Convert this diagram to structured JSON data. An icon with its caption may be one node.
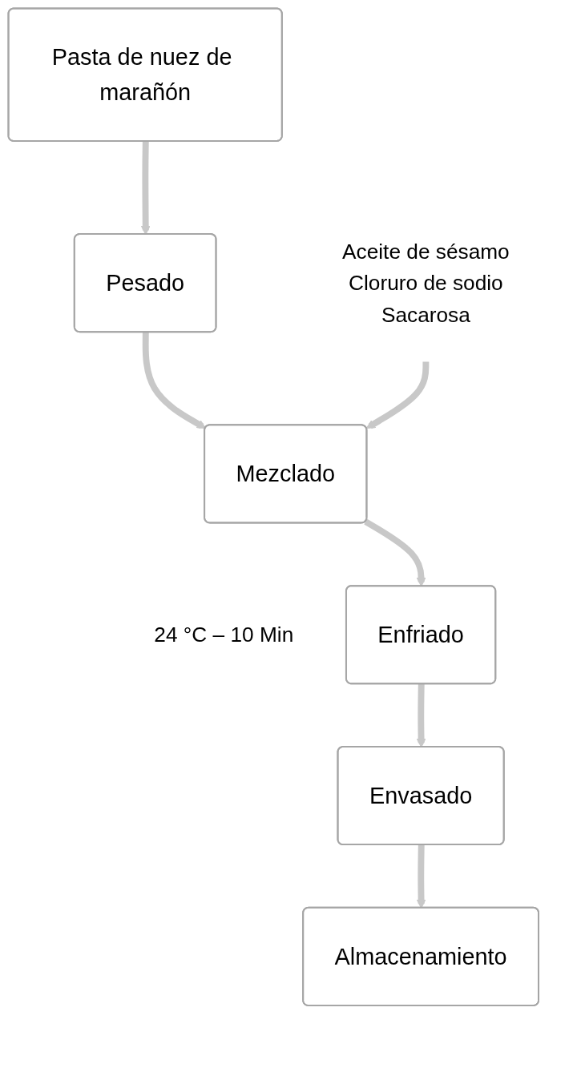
{
  "diagram": {
    "nodes": [
      {
        "text": [
          "Pasta de nuez de marañón"
        ]
      },
      {
        "text": [
          "Pesado"
        ]
      },
      {
        "text": [
          "Aceite de sésamo",
          "Cloruro de sodio",
          "Sacarosa"
        ]
      },
      {
        "text": [
          "Mezclado"
        ]
      },
      {
        "text": [
          "Enfriado"
        ],
        "beside": [
          "24 °C – 10 Min"
        ]
      },
      {
        "text": [
          "Envasado"
        ]
      },
      {
        "text": [
          "Almacenamiento"
        ]
      }
    ],
    "edges": [
      {
        "from": 0,
        "to": 1,
        "arrow": "to"
      },
      {
        "from": 1,
        "to": 3,
        "arrow": "to"
      },
      {
        "from": 2,
        "to": 3,
        "arrow": "to"
      },
      {
        "from": 3,
        "to": 4,
        "arrow": "to"
      },
      {
        "from": 4,
        "to": 5,
        "arrow": "to"
      },
      {
        "from": 5,
        "to": 6,
        "arrow": "to"
      }
    ]
  }
}
